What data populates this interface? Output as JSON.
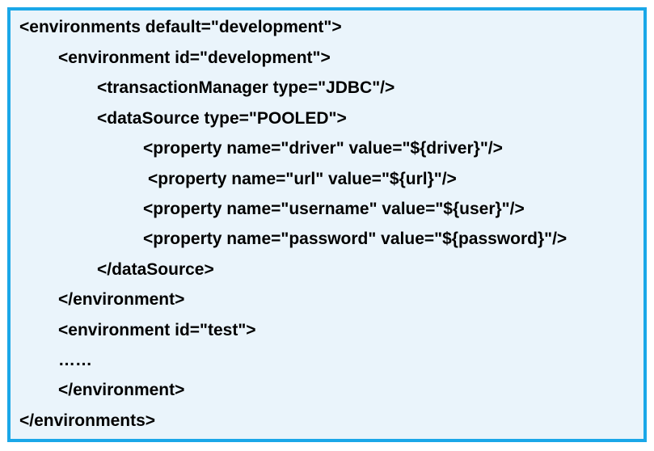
{
  "colors": {
    "border": "#1aa7e8",
    "background": "#eaf4fb",
    "text": "#000000"
  },
  "code": {
    "lines": [
      "<environments default=\"development\">",
      "<environment id=\"development\">",
      "<transactionManager type=\"JDBC\"/>",
      "<dataSource type=\"POOLED\">",
      "<property name=\"driver\" value=\"${driver}\"/>",
      "<property name=\"url\" value=\"${url}\"/>",
      "<property name=\"username\" value=\"${user}\"/>",
      "<property name=\"password\" value=\"${password}\"/>",
      "</dataSource>",
      "</environment>",
      "<environment id=\"test\">",
      "……",
      "</environment>",
      "</environments>"
    ]
  }
}
